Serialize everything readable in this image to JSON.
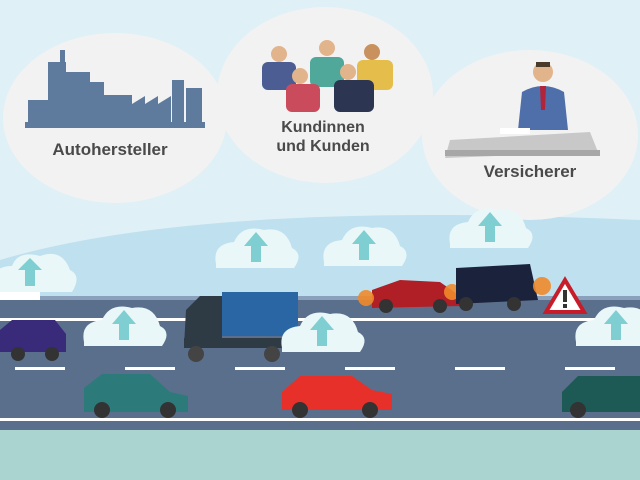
{
  "labels": {
    "manufacturer": "Autohersteller",
    "customers_line1": "Kundinnen",
    "customers_line2": "und Kunden",
    "insurer": "Versicherer"
  },
  "colors": {
    "sky": "#dff0f7",
    "bubble": "#f2f2f2",
    "hill": "#bfe0ee",
    "road": "#5a6f8c",
    "lane_marking": "#ffffff",
    "cloud": "#e9f7f8",
    "cloud_arrow": "#7fcfd2",
    "factory": "#5e7b9e",
    "label_text": "#4a4a4a"
  },
  "icons": [
    "factory-icon",
    "people-group-icon",
    "businessman-desk-icon",
    "upload-cloud-icon",
    "warning-triangle-icon",
    "car-icon",
    "truck-icon",
    "van-icon"
  ]
}
